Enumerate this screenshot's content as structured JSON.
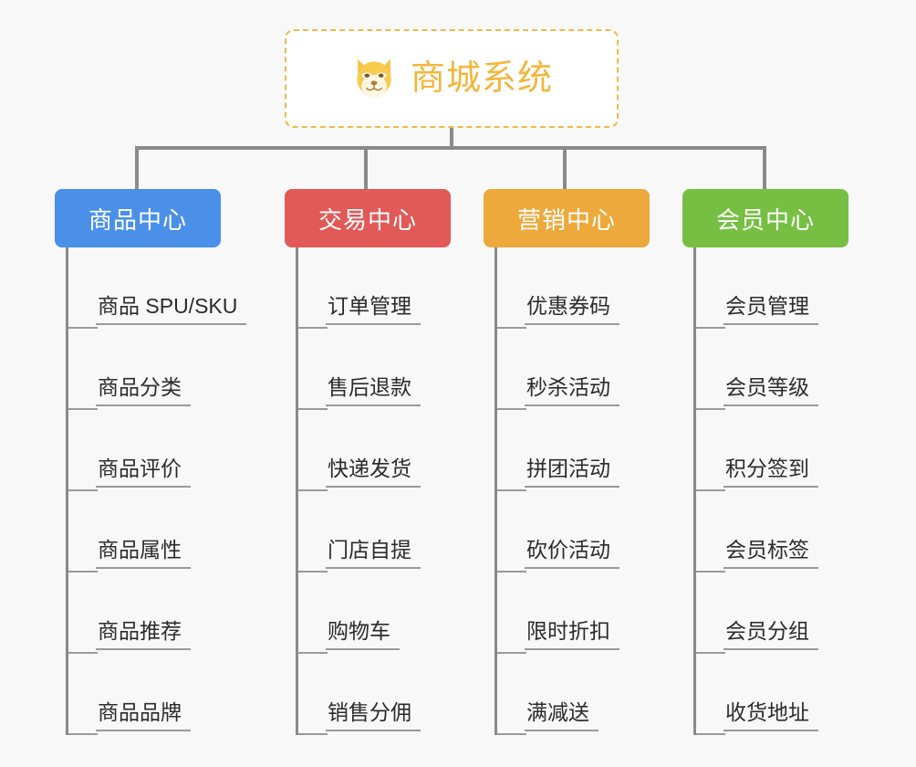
{
  "canvas": {
    "background": "#f8f8f8",
    "connector_color": "#8a8a8a"
  },
  "root": {
    "title": "商城系统",
    "icon": "dog-face-icon",
    "text_color": "#f2b63c",
    "border_color": "#f0b94a",
    "background": "#ffffff"
  },
  "columns": [
    {
      "id": "product-center",
      "header": "商品中心",
      "color": "#4a90e8",
      "items": [
        "商品 SPU/SKU",
        "商品分类",
        "商品评价",
        "商品属性",
        "商品推荐",
        "商品品牌"
      ]
    },
    {
      "id": "trade-center",
      "header": "交易中心",
      "color": "#e15a58",
      "items": [
        "订单管理",
        "售后退款",
        "快递发货",
        "门店自提",
        "购物车",
        "销售分佣"
      ]
    },
    {
      "id": "marketing-center",
      "header": "营销中心",
      "color": "#eda93c",
      "items": [
        "优惠券码",
        "秒杀活动",
        "拼团活动",
        "砍价活动",
        "限时折扣",
        "满减送"
      ]
    },
    {
      "id": "member-center",
      "header": "会员中心",
      "color": "#76bf43",
      "items": [
        "会员管理",
        "会员等级",
        "积分签到",
        "会员标签",
        "会员分组",
        "收货地址"
      ]
    }
  ]
}
